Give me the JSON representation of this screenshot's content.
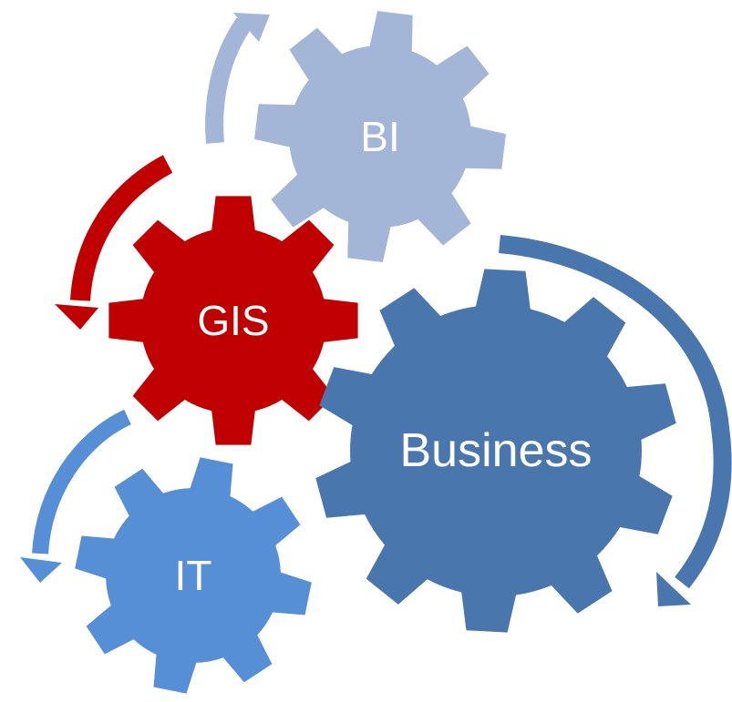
{
  "gears": [
    {
      "id": "bi",
      "label": "BI",
      "color": "#a3b6d7"
    },
    {
      "id": "gis",
      "label": "GIS",
      "color": "#c00000"
    },
    {
      "id": "business",
      "label": "Business",
      "color": "#4a76ae"
    },
    {
      "id": "it",
      "label": "IT",
      "color": "#568fd5"
    }
  ],
  "arrows": [
    {
      "id": "bi",
      "color": "#a3b6d7"
    },
    {
      "id": "gis",
      "color": "#c00000"
    },
    {
      "id": "business",
      "color": "#4a76ae"
    },
    {
      "id": "it",
      "color": "#568fd5"
    }
  ]
}
